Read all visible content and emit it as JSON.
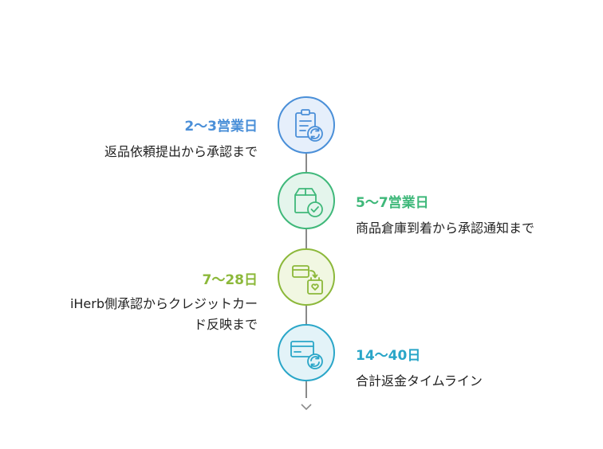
{
  "steps": [
    {
      "period": "2〜3営業日",
      "description": "返品依頼提出から承認まで",
      "color": "#4a8fd8",
      "icon": "clipboard-refresh-icon"
    },
    {
      "period": "5〜7営業日",
      "description": "商品倉庫到着から承認通知まで",
      "color": "#3fb87a",
      "icon": "box-check-icon"
    },
    {
      "period": "7〜28日",
      "description_lines": [
        "iHerb側承認からクレジットカー",
        "ド反映まで"
      ],
      "color": "#8cb83a",
      "icon": "card-to-bag-icon"
    },
    {
      "period": "14〜40日",
      "description": "合計返金タイムライン",
      "color": "#2aa6c8",
      "icon": "card-refresh-icon"
    }
  ]
}
